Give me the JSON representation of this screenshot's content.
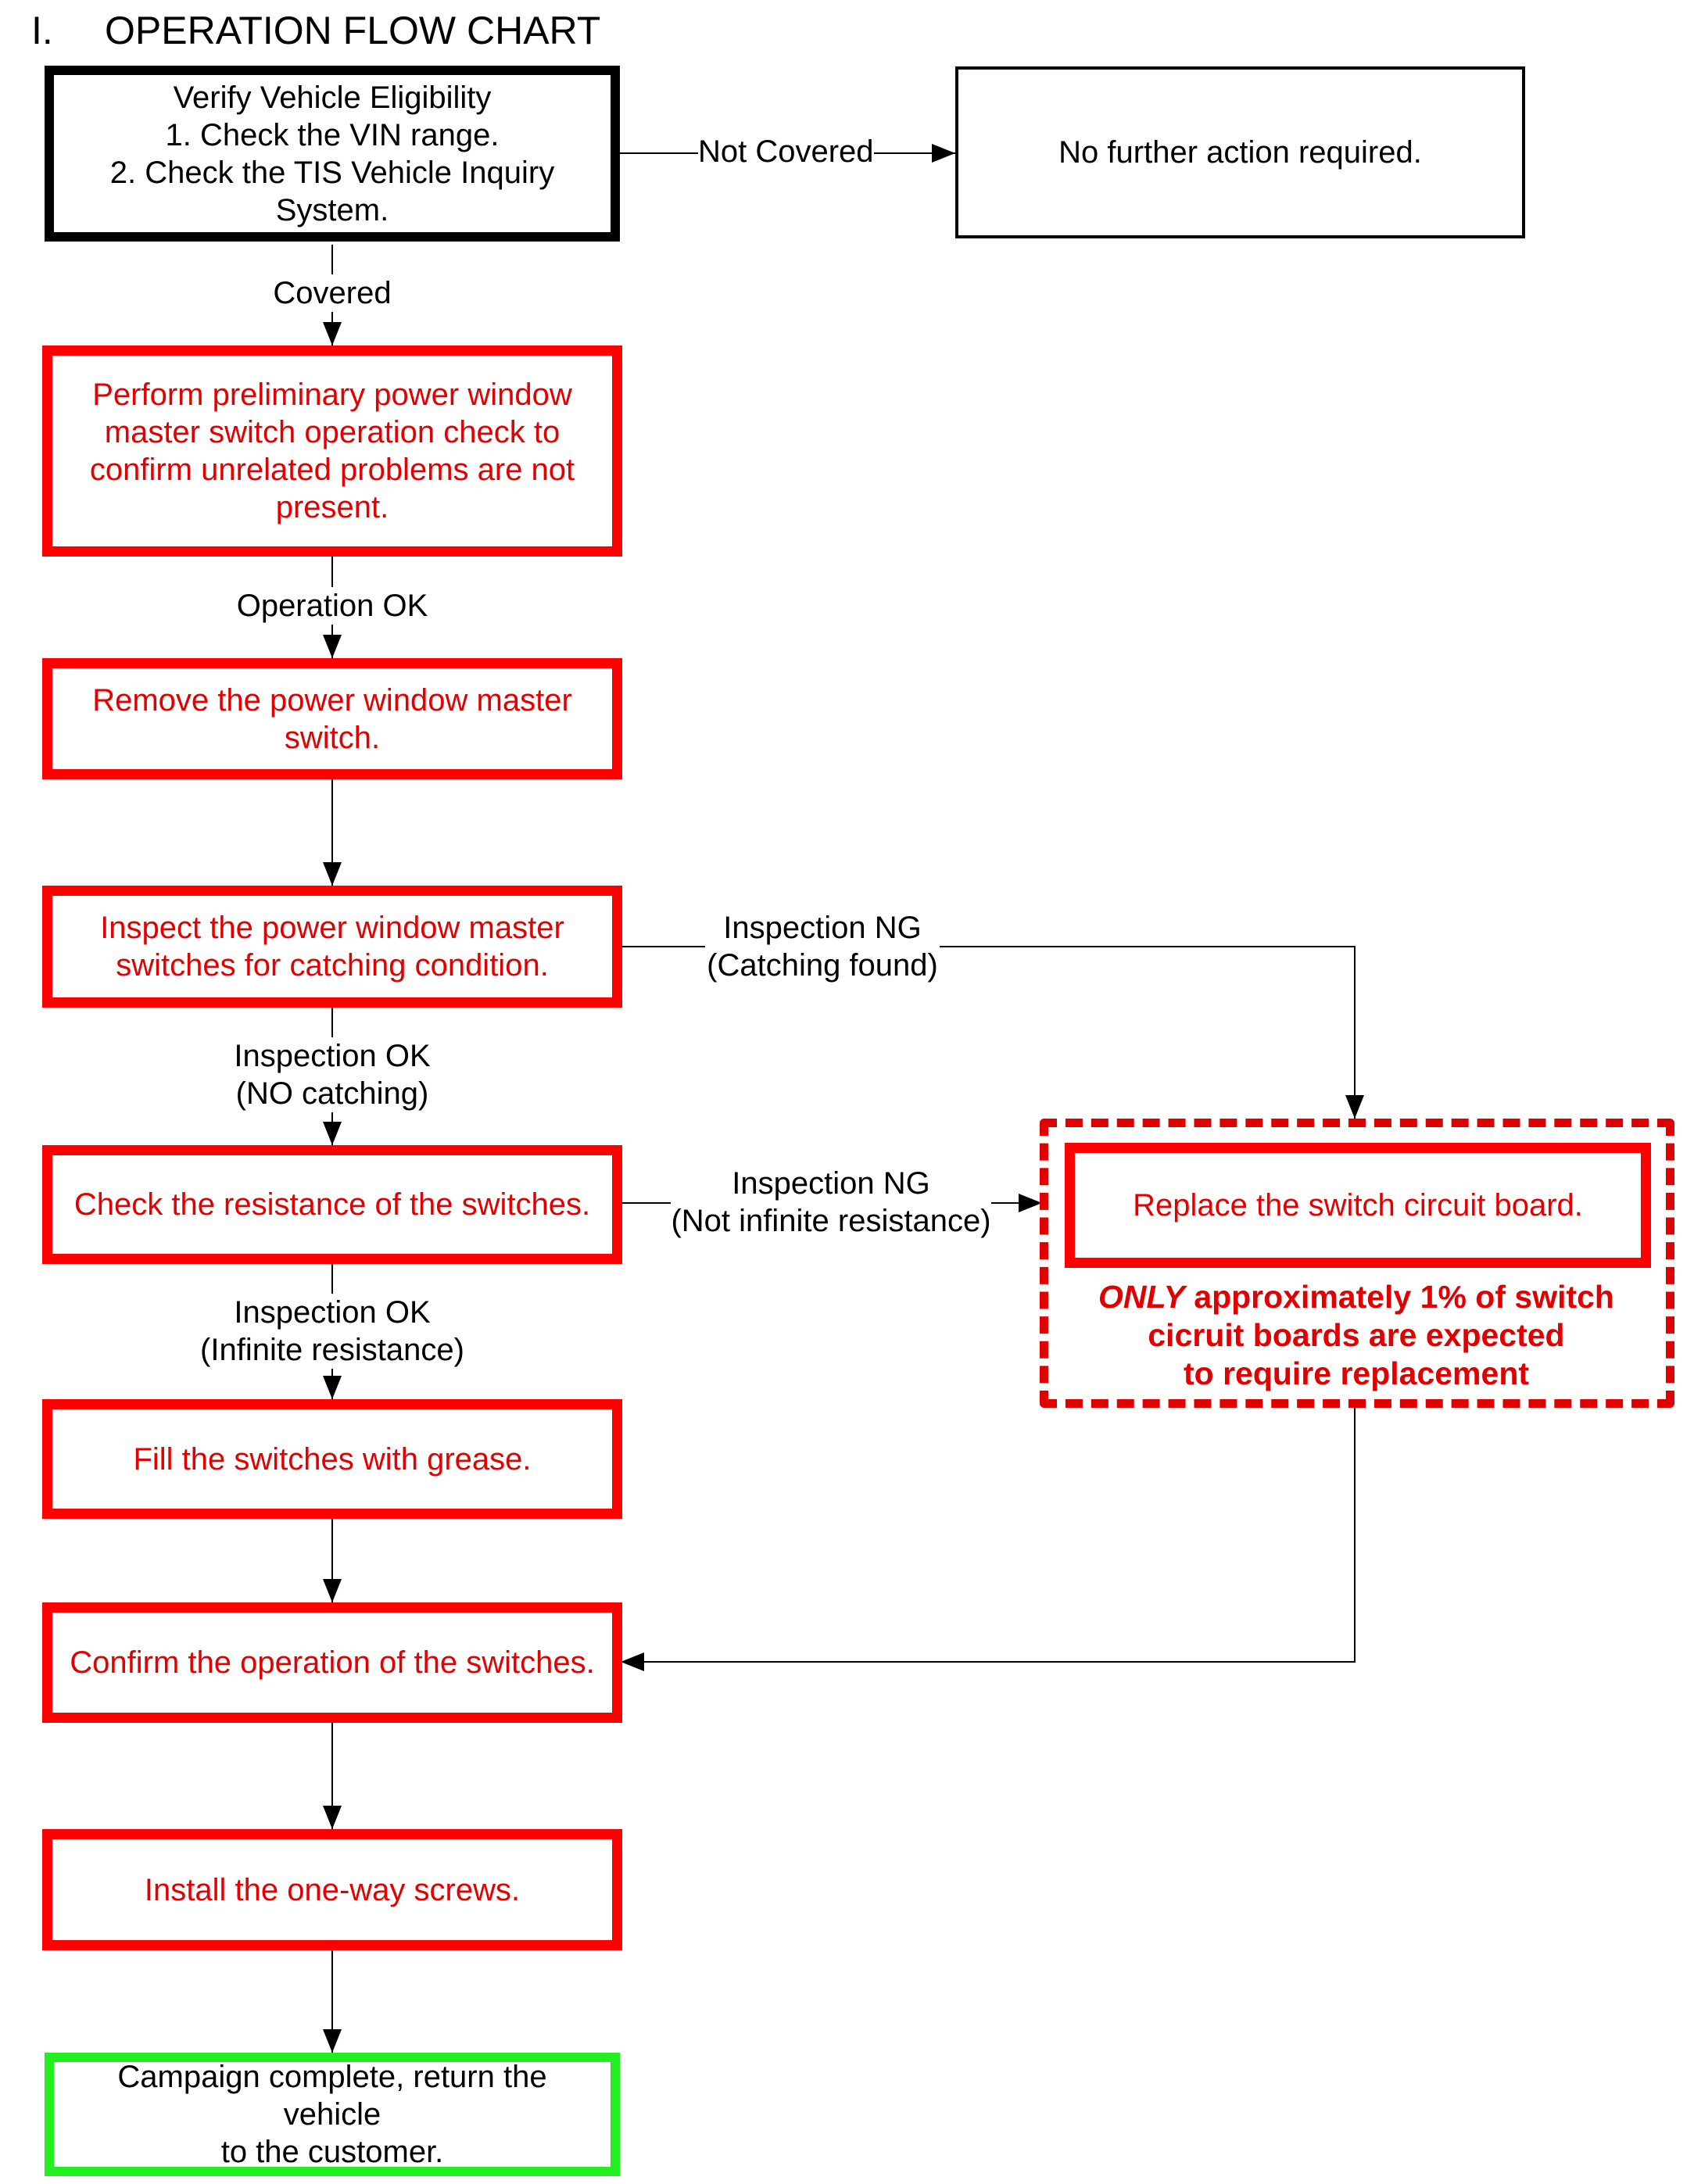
{
  "heading": {
    "number": "I.",
    "title": "OPERATION FLOW CHART"
  },
  "nodes": {
    "verify": {
      "title": "Verify Vehicle Eligibility",
      "line1": "1. Check the VIN range.",
      "line2": "2. Check the TIS Vehicle Inquiry",
      "line3": "System."
    },
    "no_action": "No further action required.",
    "preliminary": {
      "line1": "Perform preliminary power window",
      "line2": "master switch operation check to",
      "line3": "confirm unrelated problems are not",
      "line4": "present."
    },
    "remove": {
      "line1": "Remove the power window master",
      "line2": "switch."
    },
    "inspect": {
      "line1": "Inspect the power window master",
      "line2": "switches for catching condition."
    },
    "check_resistance": "Check the resistance of the switches.",
    "replace": "Replace the switch circuit board.",
    "replace_note": {
      "emphasis": "ONLY",
      "line1_rest": " approximately 1% of switch",
      "line2": "cicruit boards are expected",
      "line3": "to require replacement"
    },
    "fill": "Fill the switches with grease.",
    "confirm": "Confirm the operation of the switches.",
    "install": "Install the one-way screws.",
    "complete": {
      "line1": "Campaign complete, return the vehicle",
      "line2": "to the customer."
    }
  },
  "edges": {
    "not_covered": "Not Covered",
    "covered": "Covered",
    "operation_ok": "Operation OK",
    "inspection_ng_catching": {
      "line1": "Inspection NG",
      "line2": "(Catching found)"
    },
    "inspection_ok_no_catching": {
      "line1": "Inspection OK",
      "line2": "(NO catching)"
    },
    "inspection_ng_resistance": {
      "line1": "Inspection NG",
      "line2": "(Not infinite resistance)"
    },
    "inspection_ok_infinite": {
      "line1": "Inspection OK",
      "line2": "(Infinite resistance)"
    }
  },
  "colors": {
    "step_border": "#ff0000",
    "step_text": "#e30000",
    "start_border": "#000000",
    "end_border": "#22ee22",
    "note_text": "#e00000"
  }
}
